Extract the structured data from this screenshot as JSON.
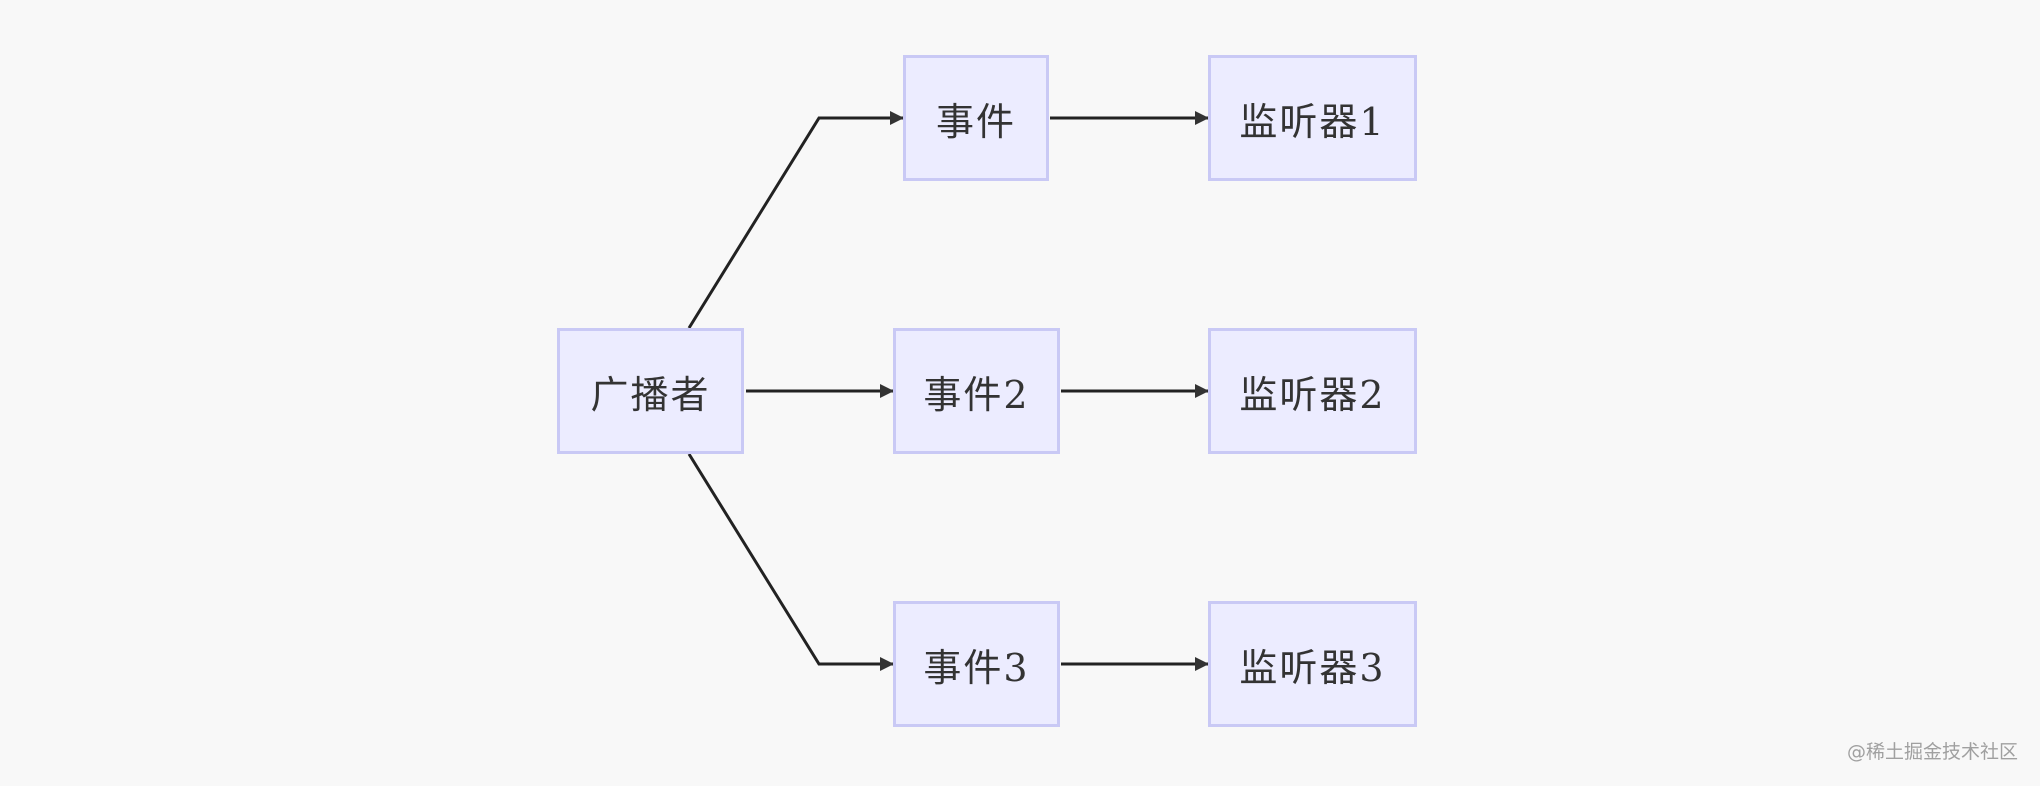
{
  "nodes": {
    "broadcaster": "广播者",
    "event1": "事件",
    "event2": "事件2",
    "event3": "事件3",
    "listener1": "监听器1",
    "listener2": "监听器2",
    "listener3": "监听器3"
  },
  "edges": [
    {
      "from": "broadcaster",
      "to": "event1"
    },
    {
      "from": "broadcaster",
      "to": "event2"
    },
    {
      "from": "broadcaster",
      "to": "event3"
    },
    {
      "from": "event1",
      "to": "listener1"
    },
    {
      "from": "event2",
      "to": "listener2"
    },
    {
      "from": "event3",
      "to": "listener3"
    }
  ],
  "colors": {
    "background": "#f8f8f8",
    "node_fill": "#ececff",
    "node_border": "#c9c9f5",
    "edge": "#222222",
    "text": "#333333"
  },
  "watermark": "@稀土掘金技术社区"
}
